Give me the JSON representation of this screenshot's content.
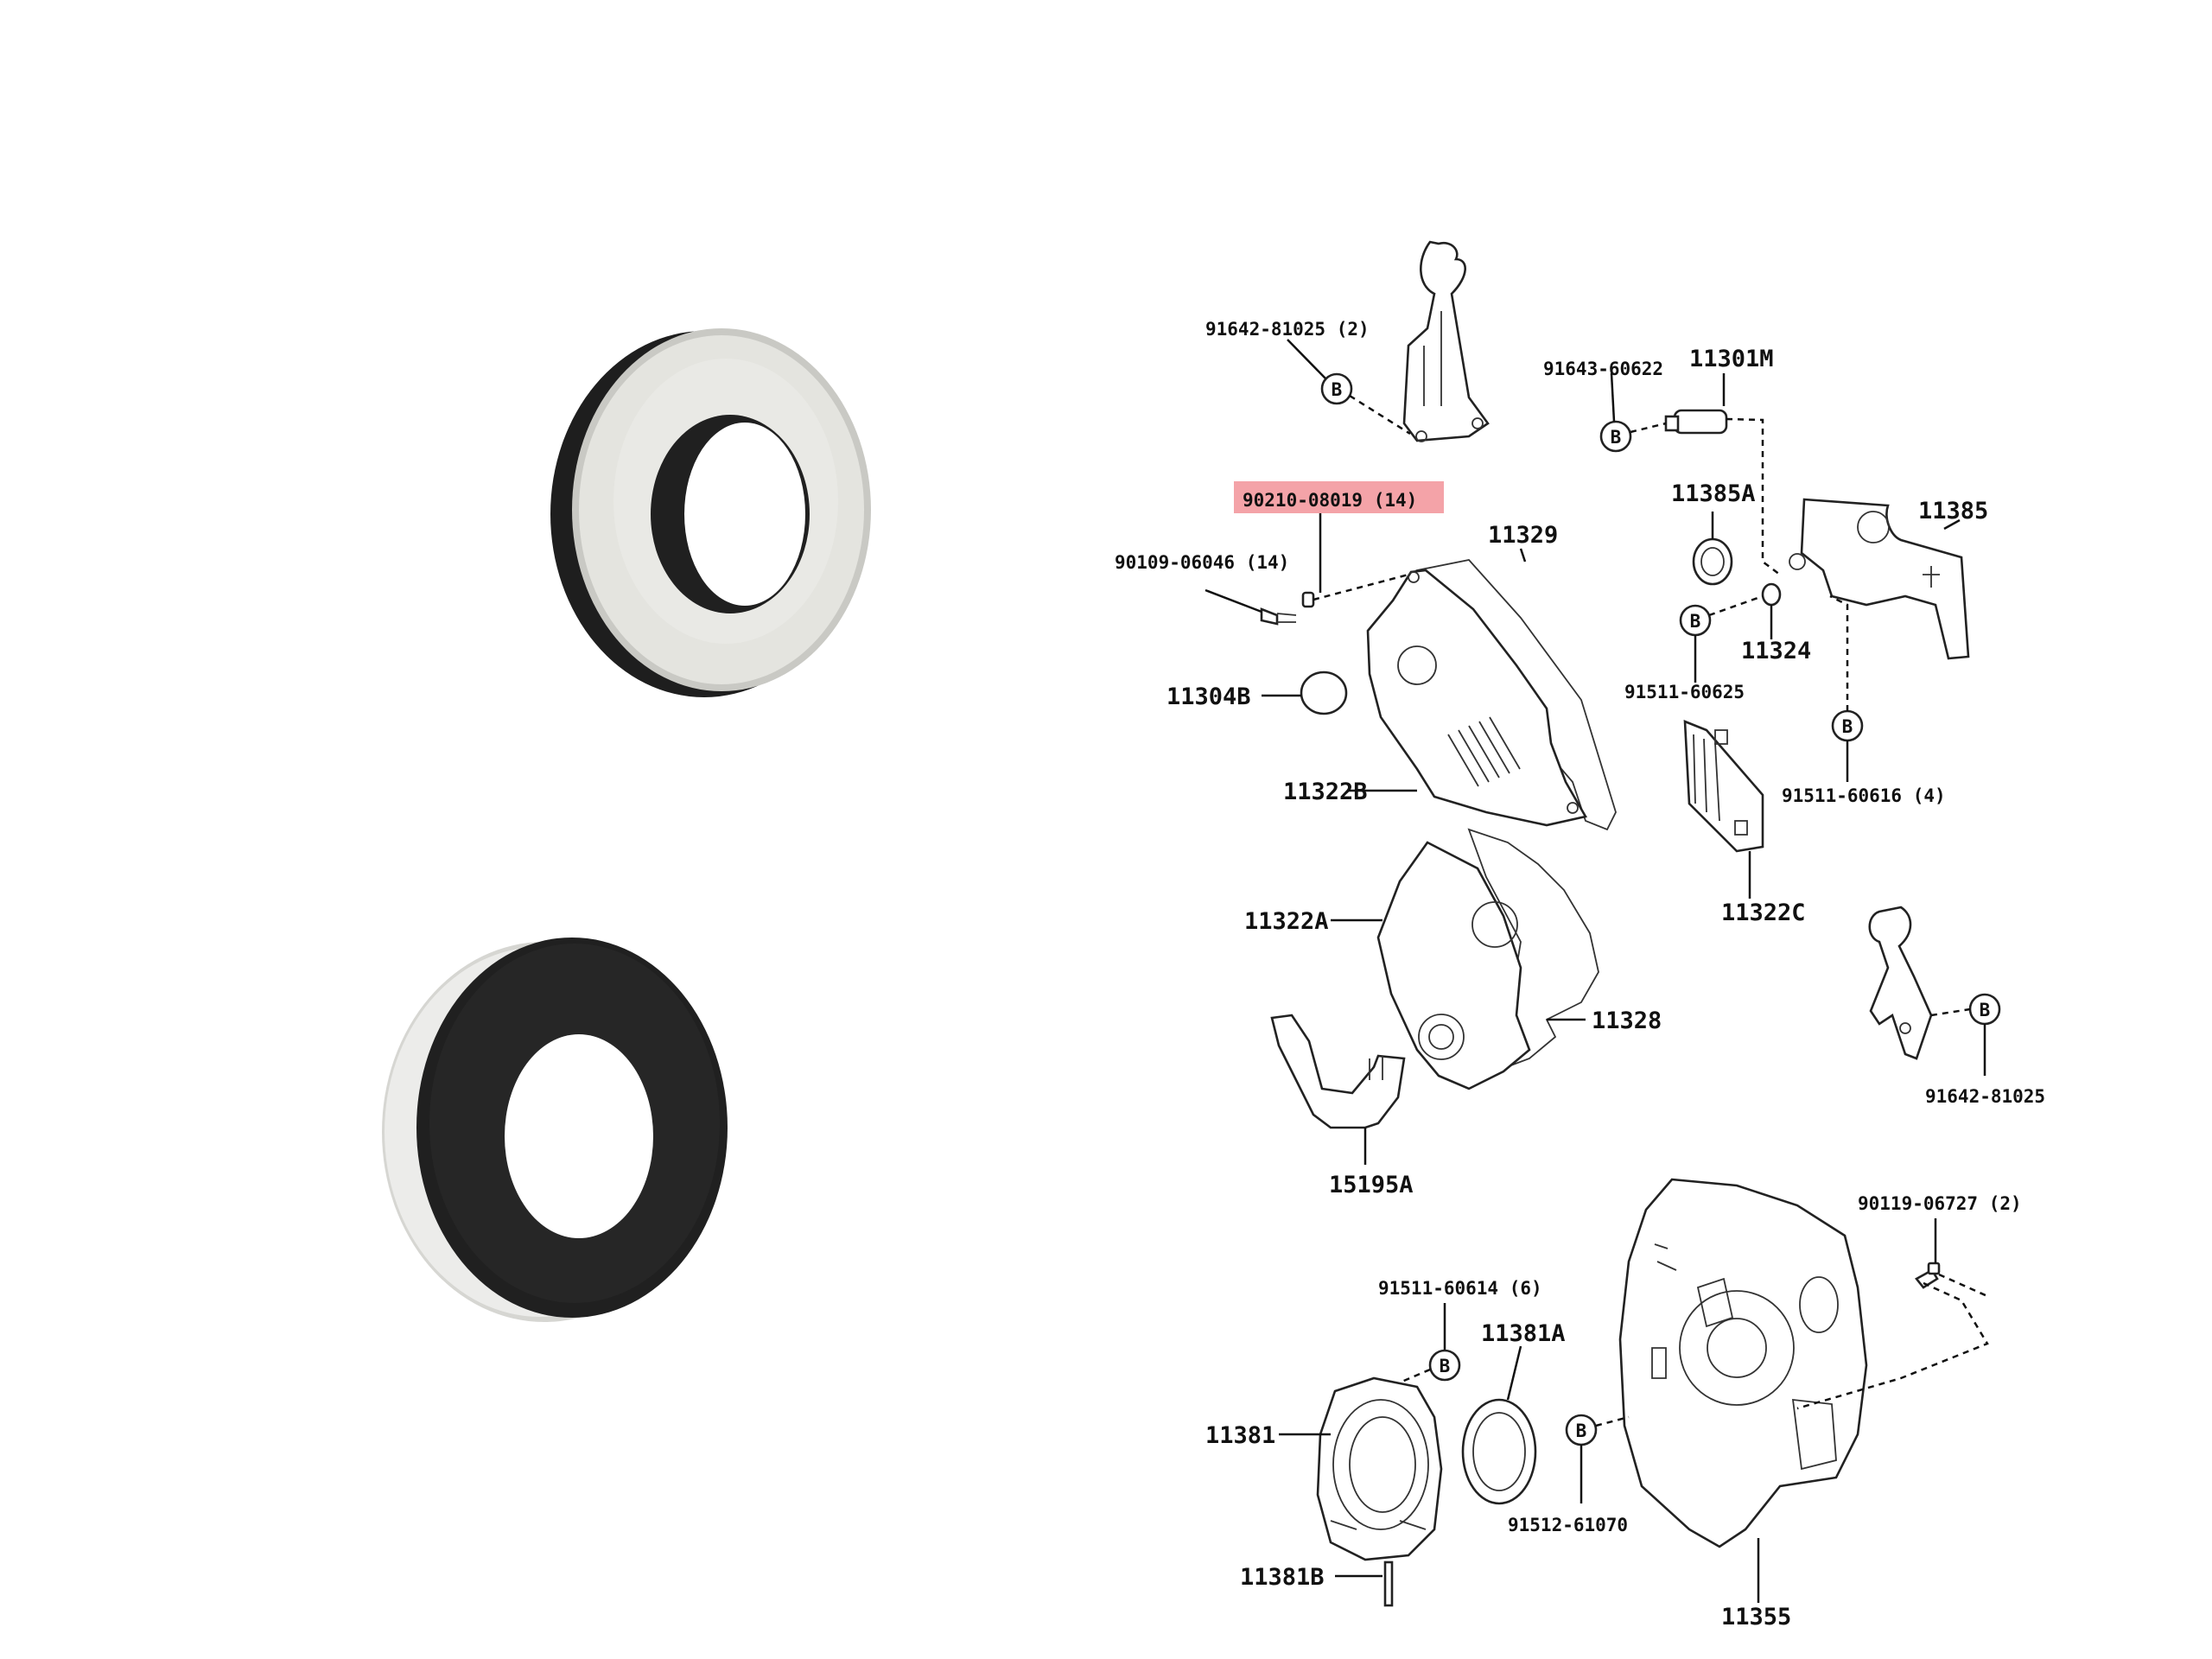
{
  "diagram": {
    "highlight_color": "#f4a3a8",
    "bolt_marker": "B",
    "labels": {
      "l_91642_81025_2": "91642-81025 (2)",
      "l_91643_60622": "91643-60622",
      "l_11301M": "11301M",
      "l_90210_08019": "90210-08019 (14)",
      "l_11385A": "11385A",
      "l_11385": "11385",
      "l_90109_06046": "90109-06046 (14)",
      "l_11329": "11329",
      "l_11324": "11324",
      "l_91511_60625": "91511-60625",
      "l_11304B": "11304B",
      "l_91511_60616": "91511-60616 (4)",
      "l_11322B": "11322B",
      "l_11322C": "11322C",
      "l_11322A": "11322A",
      "l_11328": "11328",
      "l_91642_81025": "91642-81025",
      "l_15195A": "15195A",
      "l_90119_06727": "90119-06727 (2)",
      "l_91511_60614": "91511-60614 (6)",
      "l_11381A": "11381A",
      "l_11381": "11381",
      "l_91512_61070": "91512-61070",
      "l_11381B": "11381B",
      "l_11355": "11355"
    }
  }
}
